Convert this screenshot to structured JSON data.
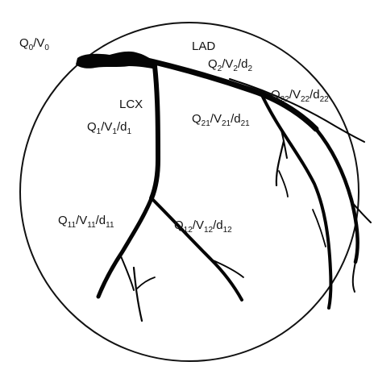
{
  "diagram": {
    "colors": {
      "vessel": "#050505",
      "circle": "#111111",
      "background": "#ffffff"
    },
    "vessels": [
      "Q0/V0",
      "LAD",
      "Q2/V2/d2",
      "Q22/V22/d22",
      "Q21/V21/d21",
      "LCX",
      "Q1/V1/d1",
      "Q11/V11/d11",
      "Q12/V12/d12"
    ],
    "labels": {
      "lad": "LAD",
      "lcx": "LCX",
      "q0": {
        "q": "Q",
        "q_sub": "0",
        "v": "/V",
        "v_sub": "0"
      },
      "q2": {
        "q": "Q",
        "q_sub": "2",
        "v": "/V",
        "v_sub": "2",
        "d": "/d",
        "d_sub": "2"
      },
      "q22": {
        "q": "Q",
        "q_sub": "22",
        "v": "/V",
        "v_sub": "22",
        "d": "/d",
        "d_sub": "22"
      },
      "q21": {
        "q": "Q",
        "q_sub": "21",
        "v": "/V",
        "v_sub": "21",
        "d": "/d",
        "d_sub": "21"
      },
      "q1": {
        "q": "Q",
        "q_sub": "1",
        "v": "/V",
        "v_sub": "1",
        "d": "/d",
        "d_sub": "1"
      },
      "q11": {
        "q": "Q",
        "q_sub": "11",
        "v": "/V",
        "v_sub": "11",
        "d": "/d",
        "d_sub": "11"
      },
      "q12": {
        "q": "Q",
        "q_sub": "12",
        "v": "/V",
        "v_sub": "12",
        "d": "/d",
        "d_sub": "12"
      }
    }
  }
}
